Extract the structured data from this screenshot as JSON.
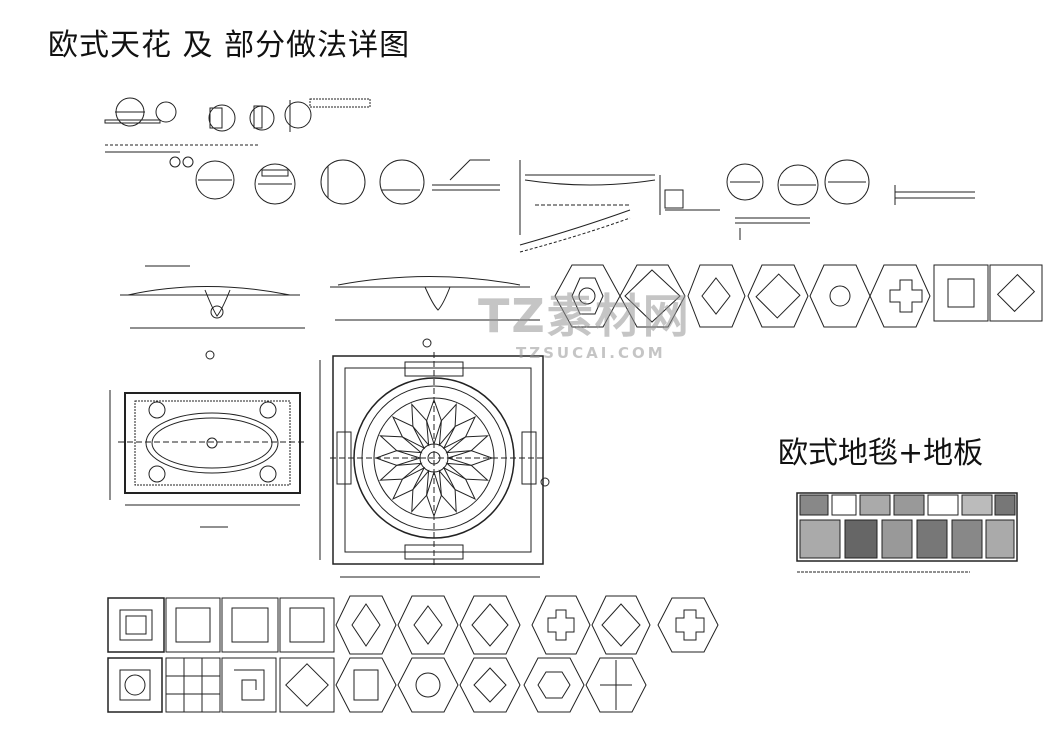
{
  "titles": {
    "main": "欧式天花  及 部分做法详图",
    "carpet": "欧式地毯+地板"
  },
  "watermark": {
    "main": "TZ素材网",
    "sub": "TZSUCAI.COM"
  },
  "colors": {
    "line": "#222222",
    "background": "#ffffff",
    "watermark": "#969696"
  }
}
